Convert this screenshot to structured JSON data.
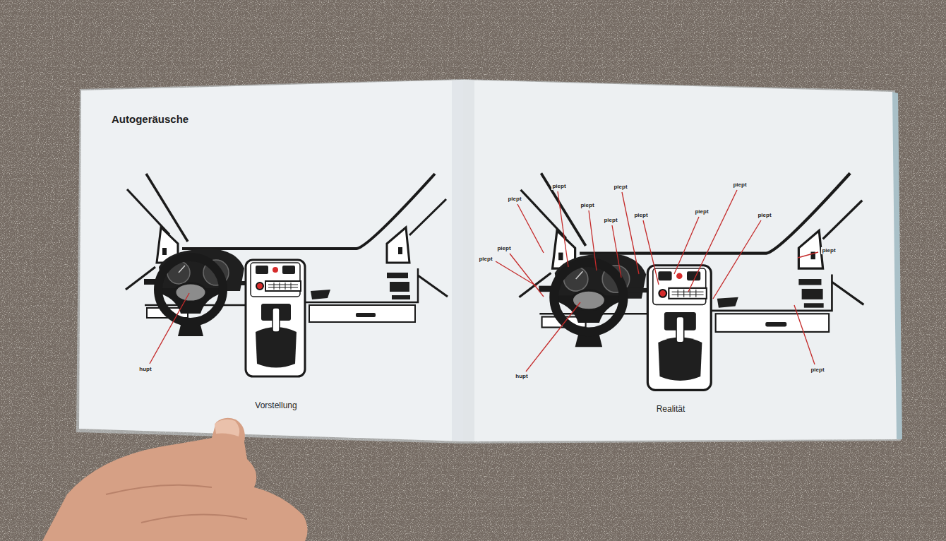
{
  "diagram": {
    "title": "Autogeräusche",
    "labels": [
      "hupt",
      "Vorstellung",
      "piept",
      "piept",
      "piept",
      "piept",
      "piept",
      "piept",
      "piept",
      "piept",
      "piept",
      "piept",
      "piept",
      "piept",
      "piept",
      "hupt",
      "Realität"
    ]
  }
}
